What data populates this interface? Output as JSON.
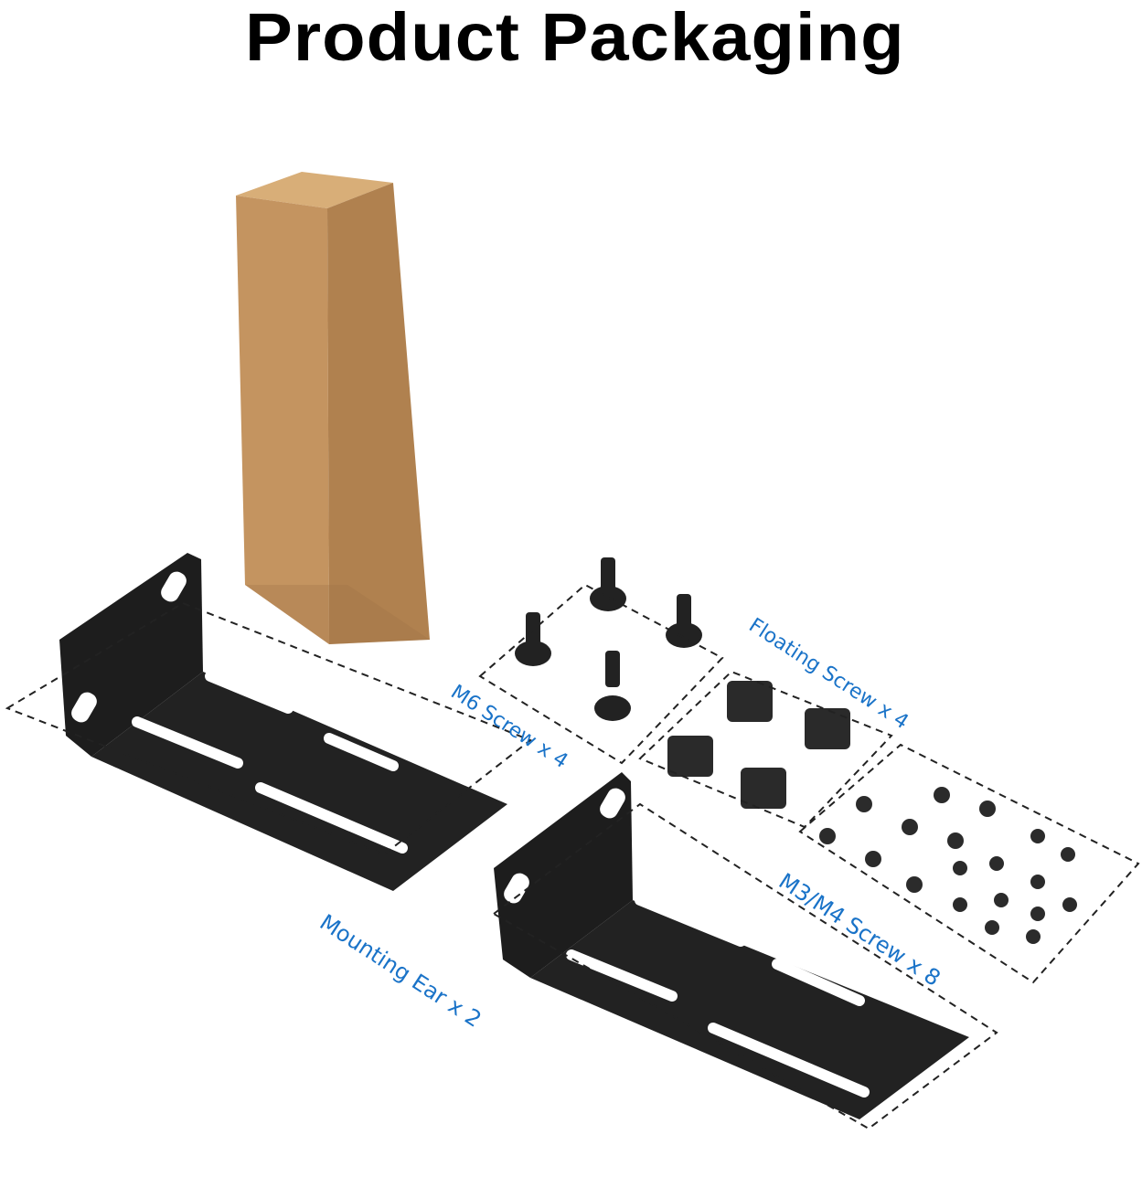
{
  "title": "Product Packaging",
  "items": [
    {
      "label": "Mounting Ear x 2",
      "name": "mounting-ear",
      "quantity": 2
    },
    {
      "label": "M6 Screw x 4",
      "name": "m6-screw",
      "quantity": 4
    },
    {
      "label": "Floating Screw x 4",
      "name": "floating-screw",
      "quantity": 4
    },
    {
      "label": "M3/M4 Screw x 8",
      "name": "m3-m4-screw",
      "quantity": 8
    }
  ],
  "colors": {
    "label": "#1a73c8",
    "box": "#c89a66",
    "metal": "#1b1b1b"
  }
}
